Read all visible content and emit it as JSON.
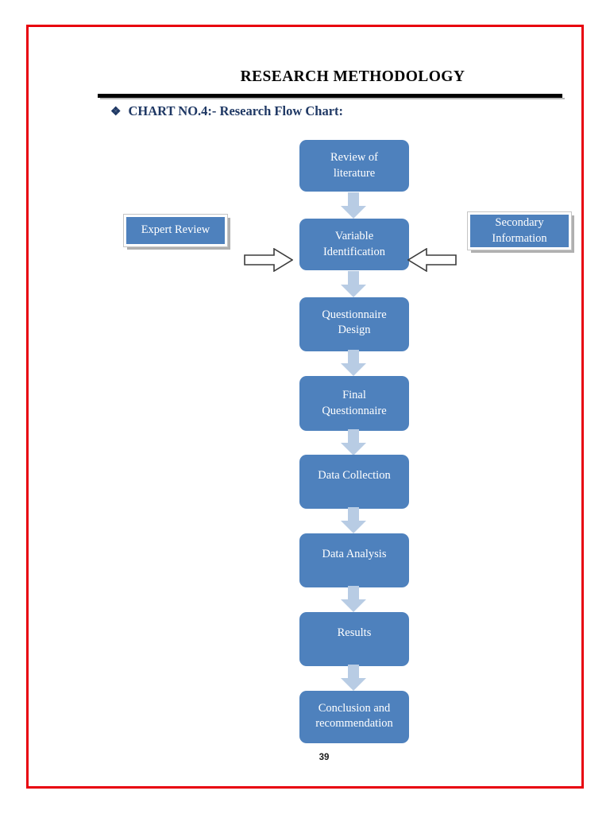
{
  "document": {
    "title": "RESEARCH METHODOLOGY",
    "heading_bullet": "❖",
    "heading": "CHART NO.4:- Research Flow Chart:",
    "page_number": "39",
    "border_color": "#e8000d",
    "heading_color": "#1f3864"
  },
  "chart_data": {
    "type": "diagram",
    "title": "CHART NO.4:- Research Flow Chart:",
    "diagram_kind": "flowchart",
    "orientation": "vertical",
    "node_fill_color": "#4e81bd",
    "node_text_color": "#ffffff",
    "connector_color": "#b8cce4",
    "nodes": [
      {
        "id": "n1",
        "label": "Review of\nliterature",
        "line1": "Review of",
        "line2": "literature"
      },
      {
        "id": "n2",
        "label": "Variable\nIdentification",
        "line1": "Variable",
        "line2": "Identification"
      },
      {
        "id": "n3",
        "label": "Questionnaire\nDesign",
        "line1": "Questionnaire",
        "line2": "Design"
      },
      {
        "id": "n4",
        "label": "Final\nQuestionnaire",
        "line1": "Final",
        "line2": "Questionnaire"
      },
      {
        "id": "n5",
        "label": "Data Collection",
        "line1": "Data Collection",
        "line2": ""
      },
      {
        "id": "n6",
        "label": "Data Analysis",
        "line1": "Data Analysis",
        "line2": ""
      },
      {
        "id": "n7",
        "label": "Results",
        "line1": "Results",
        "line2": ""
      },
      {
        "id": "n8",
        "label": "Conclusion and\nrecommendation",
        "line1": "Conclusion and",
        "line2": "recommendation"
      }
    ],
    "side_inputs": [
      {
        "id": "s1",
        "label": "Expert Review",
        "line1": "Expert Review",
        "line2": "",
        "side": "left",
        "target": "n2",
        "arrow": "right"
      },
      {
        "id": "s2",
        "label": "Secondary\nInformation",
        "line1": "Secondary",
        "line2": "Information",
        "side": "right",
        "target": "n2",
        "arrow": "left"
      }
    ],
    "edges": [
      {
        "from": "n1",
        "to": "n2"
      },
      {
        "from": "n2",
        "to": "n3"
      },
      {
        "from": "n3",
        "to": "n4"
      },
      {
        "from": "n4",
        "to": "n5"
      },
      {
        "from": "n5",
        "to": "n6"
      },
      {
        "from": "n6",
        "to": "n7"
      },
      {
        "from": "n7",
        "to": "n8"
      },
      {
        "from": "s1",
        "to": "n2"
      },
      {
        "from": "s2",
        "to": "n2"
      }
    ]
  }
}
